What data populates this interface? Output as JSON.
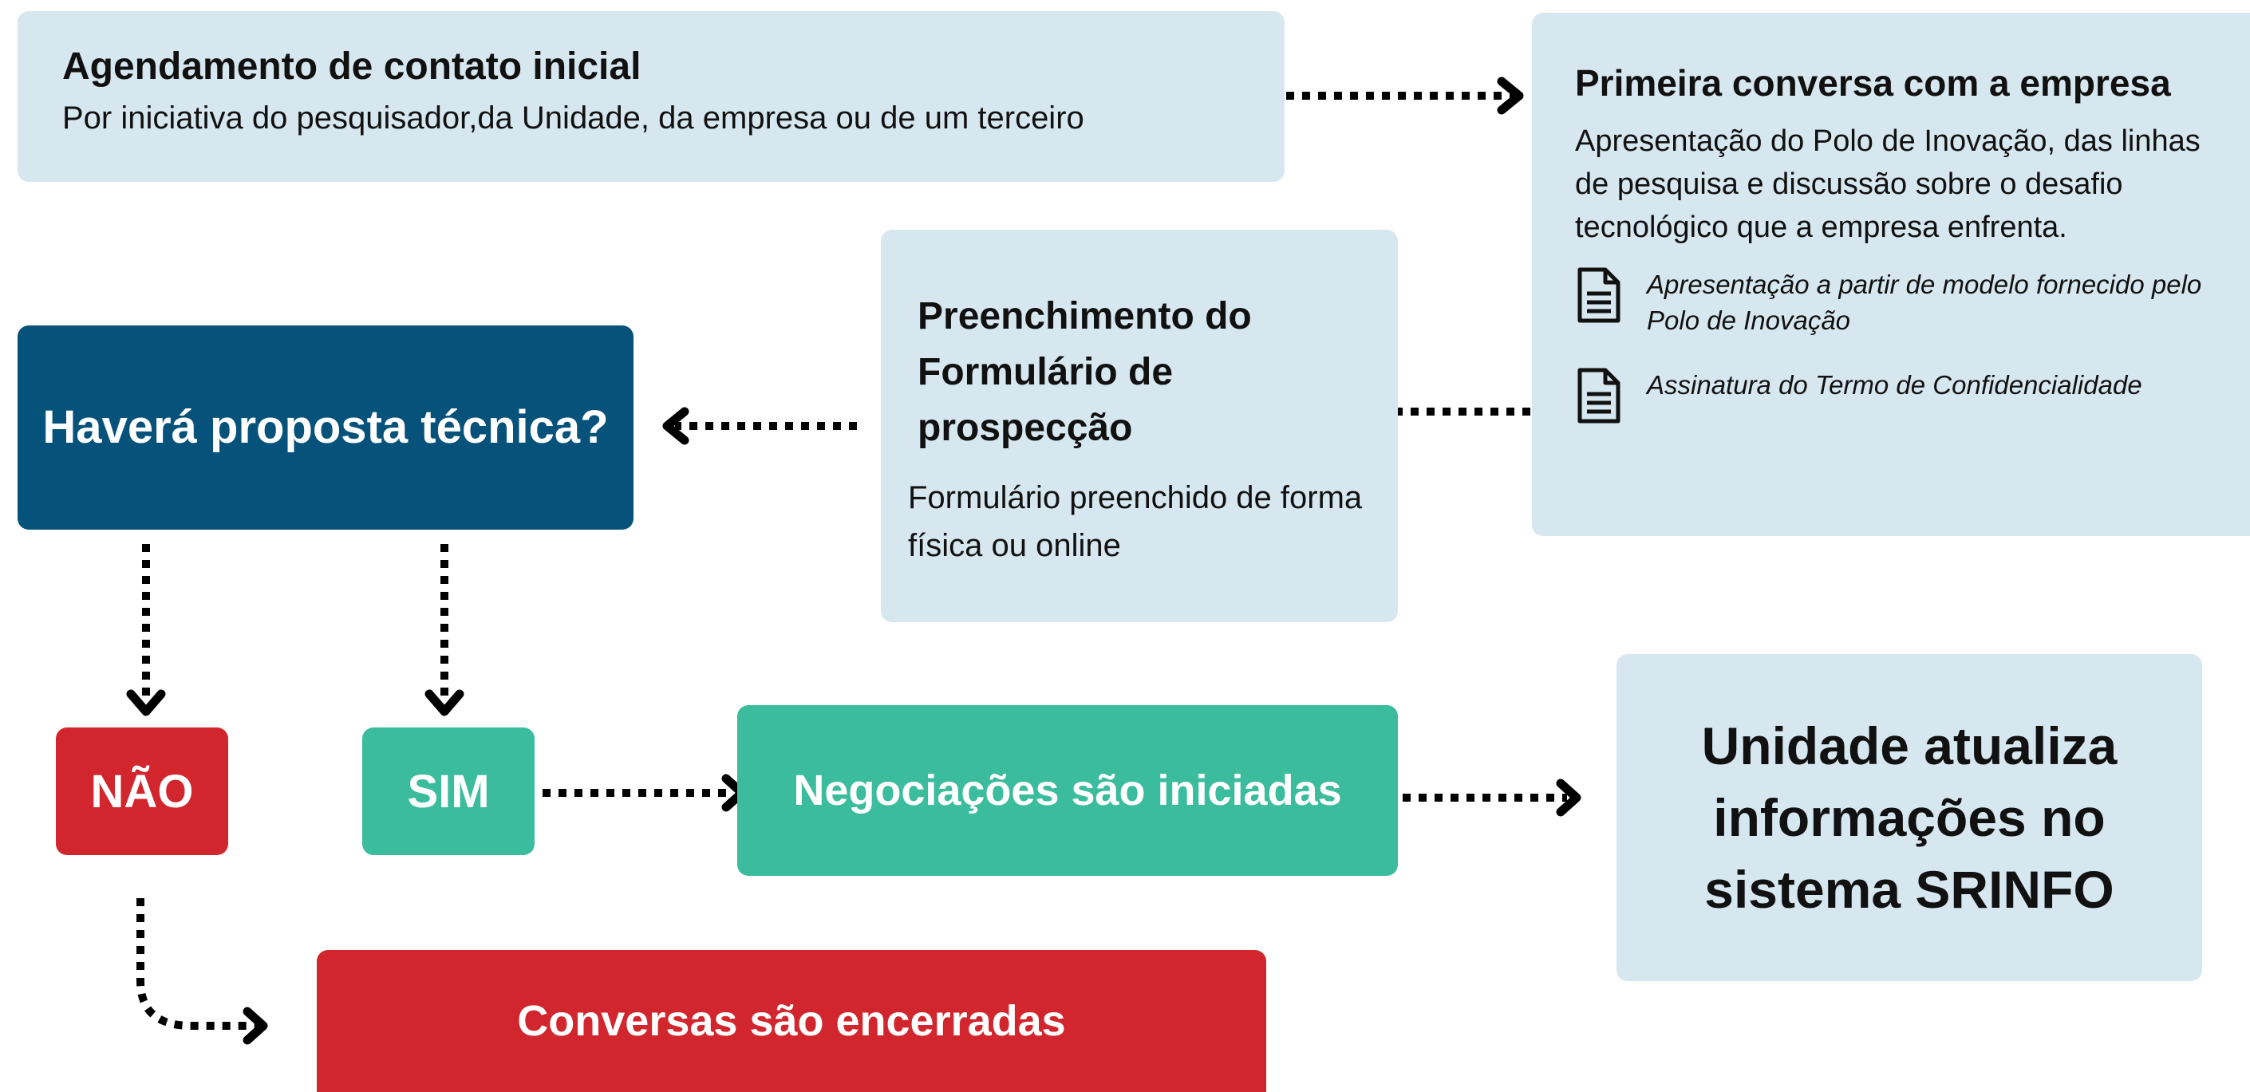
{
  "agendamento": {
    "title": "Agendamento de contato inicial",
    "subtitle": "Por iniciativa do pesquisador,da Unidade, da empresa ou de um terceiro"
  },
  "primeira": {
    "title": "Primeira conversa com a empresa",
    "body": "Apresentação do Polo de Inovação, das linhas de pesquisa e discussão sobre o desafio tecnológico que a empresa enfrenta.",
    "note1": "Apresentação a partir de modelo fornecido pelo Polo de Inovação",
    "note2": "Assinatura do Termo de Confidencialidade",
    "note_icon": "document-icon"
  },
  "preenchimento": {
    "title": "Preenchimento do Formulário de prospecção",
    "body": "Formulário preenchido de forma física ou online"
  },
  "question": {
    "label": "Haverá proposta técnica?"
  },
  "nao": {
    "label": "NÃO"
  },
  "sim": {
    "label": "SIM"
  },
  "negociacoes": {
    "label": "Negociações são iniciadas"
  },
  "unidade": {
    "label": "Unidade atualiza informações no sistema SRINFO"
  },
  "encerradas": {
    "label": "Conversas são encerradas"
  },
  "colors": {
    "light_box": "#d7e7ef",
    "navy": "#06527a",
    "red": "#d1262d",
    "green": "#3bbc9c",
    "arrow": "#000000"
  }
}
